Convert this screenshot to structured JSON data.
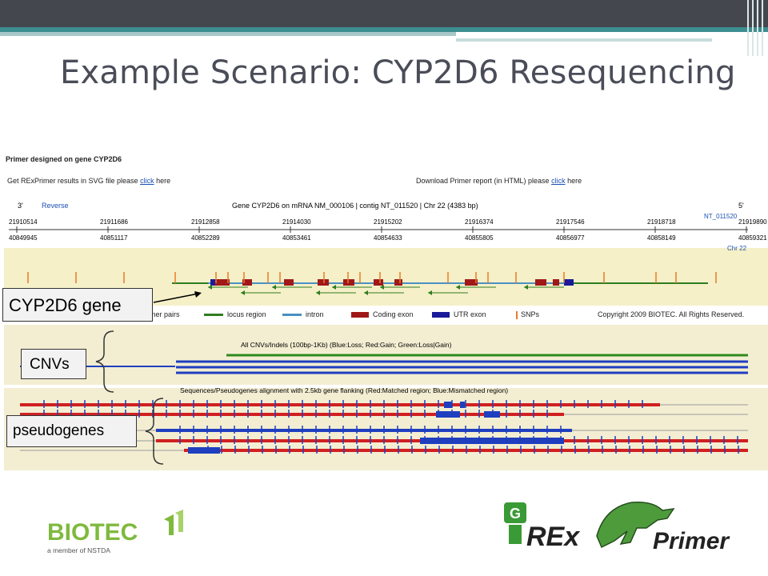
{
  "slide": {
    "title": "Example Scenario: CYP2D6 Resequencing"
  },
  "screenshot": {
    "header_title": "Primer designed on gene CYP2D6",
    "svg_text": "Get RExPrimer results in SVG file please",
    "svg_link": "click",
    "svg_suffix": "here",
    "html_text": "Download Primer report (in HTML) please",
    "html_link": "click",
    "html_suffix": "here",
    "strand_left": "3'",
    "strand_label": "Reverse",
    "strand_right": "5'",
    "gene_info": "Gene CYP2D6 on mRNA NM_000106 | contig NT_011520 | Chr 22 (4383 bp)",
    "contig": "NT_011520",
    "chr": "Chr 22",
    "ruler_top": [
      "21910514",
      "21911686",
      "21912858",
      "21914030",
      "21915202",
      "21916374",
      "21917546",
      "21918718",
      "21919890"
    ],
    "ruler_bottom": [
      "40849945",
      "40851117",
      "40852289",
      "40853461",
      "40854633",
      "40855805",
      "40856977",
      "40858149",
      "40859321"
    ],
    "cnv_title": "All CNVs/Indels (100bp-1Kb) (Blue:Loss; Red:Gain; Green:Loss|Gain)",
    "pseudo_title": "Sequences/Pseudogenes alignment with 2.5kb gene flanking (Red:Matched region; Blue:Mismatched region)"
  },
  "legend": {
    "primer_pairs": "mer pairs",
    "locus_region": "locus region",
    "intron": "intron",
    "coding_exon": "Coding exon",
    "utr_exon": "UTR exon",
    "snps": "SNPs",
    "copyright": "Copyright 2009 BIOTEC. All Rights Reserved."
  },
  "callouts": {
    "gene": "CYP2D6 gene",
    "cnvs": "CNVs",
    "pseudogenes": "pseudogenes"
  },
  "logos": {
    "biotec": "BIOTEC",
    "biotec_sub": "a member of NSTDA",
    "rex_left": "REx",
    "rex_right": "Primer",
    "rex_badge": "G"
  },
  "colors": {
    "locus": "#2e7d1e",
    "intron": "#4a90c4",
    "coding": "#a01818",
    "utr": "#1a1a9a",
    "snp": "#e87a2a",
    "cnv_loss": "#1f3fbf",
    "cnv_gain": "#d02020",
    "cnv_both": "#2e8a1e",
    "accent_teal": "#3d8e91"
  }
}
